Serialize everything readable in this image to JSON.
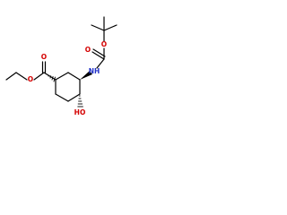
{
  "molecule": {
    "atoms": {
      "ester_carbonyl_oxygen": "O",
      "ester_oxygen": "O",
      "carbamate_carbonyl_oxygen": "O",
      "carbamate_oxygen": "O",
      "amine": "NH",
      "hydroxyl": "HO"
    },
    "colors": {
      "oxygen": "#d40000",
      "nitrogen": "#2030c8",
      "bond": "#000000"
    }
  }
}
